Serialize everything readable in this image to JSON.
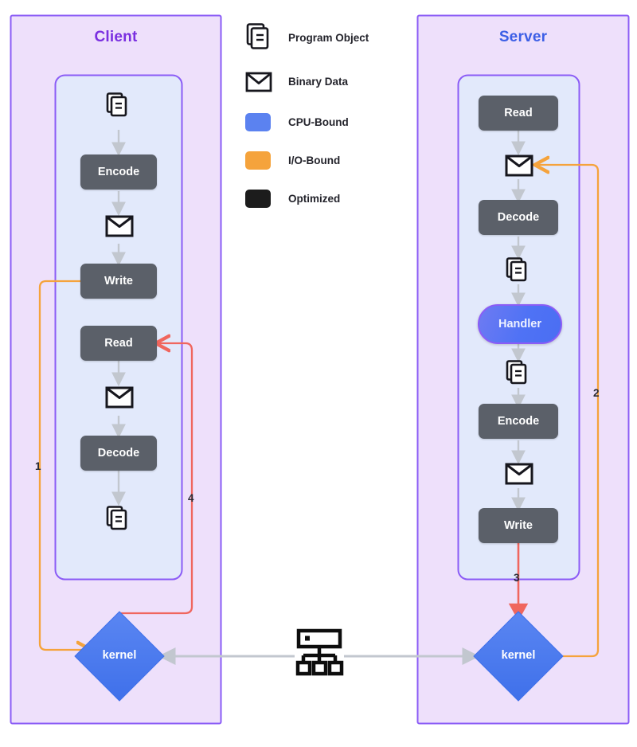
{
  "diagram": {
    "title_client": "Client",
    "title_server": "Server",
    "colors": {
      "panel_fill": "#eee0fb",
      "panel_border": "#8b5cf6",
      "inner_fill": "#e2e9fb",
      "node_gray": "#5b6069",
      "cpu_bound": "#5b82f0",
      "io_bound": "#f5a33c",
      "optimized": "#1c1c1c",
      "arrow_gray": "#c2c7cf",
      "flow_red": "#f0665e",
      "flow_orange": "#f5a33c",
      "client_title": "#7A2FE0",
      "server_title": "#3C5FE6"
    }
  },
  "legend": {
    "items": [
      {
        "id": "program-object",
        "label": "Program Object",
        "icon": "documents-icon",
        "type": "glyph"
      },
      {
        "id": "binary-data",
        "label": "Binary Data",
        "icon": "envelope-icon",
        "type": "glyph"
      },
      {
        "id": "cpu-bound",
        "label": "CPU-Bound",
        "icon": "color-swatch",
        "type": "swatch",
        "color": "#5b82f0"
      },
      {
        "id": "io-bound",
        "label": "I/O-Bound",
        "icon": "color-swatch",
        "type": "swatch",
        "color": "#f5a33c"
      },
      {
        "id": "optimized",
        "label": "Optimized",
        "icon": "color-swatch",
        "type": "swatch",
        "color": "#1c1c1c"
      }
    ]
  },
  "client": {
    "steps": [
      {
        "id": "client-program-object-top",
        "kind": "documents-icon"
      },
      {
        "id": "client-encode",
        "kind": "node",
        "label": "Encode"
      },
      {
        "id": "client-binary-data-out",
        "kind": "envelope-icon"
      },
      {
        "id": "client-write",
        "kind": "node",
        "label": "Write"
      },
      {
        "id": "client-read",
        "kind": "node",
        "label": "Read"
      },
      {
        "id": "client-binary-data-in",
        "kind": "envelope-icon"
      },
      {
        "id": "client-decode",
        "kind": "node",
        "label": "Decode"
      },
      {
        "id": "client-program-object-bottom",
        "kind": "documents-icon"
      }
    ],
    "kernel_label": "kernel"
  },
  "server": {
    "steps": [
      {
        "id": "server-read",
        "kind": "node",
        "label": "Read"
      },
      {
        "id": "server-binary-data-in",
        "kind": "envelope-icon"
      },
      {
        "id": "server-decode",
        "kind": "node",
        "label": "Decode"
      },
      {
        "id": "server-program-object-in",
        "kind": "documents-icon"
      },
      {
        "id": "server-handler",
        "kind": "handler",
        "label": "Handler"
      },
      {
        "id": "server-program-object-out",
        "kind": "documents-icon"
      },
      {
        "id": "server-encode",
        "kind": "node",
        "label": "Encode"
      },
      {
        "id": "server-binary-data-out",
        "kind": "envelope-icon"
      },
      {
        "id": "server-write",
        "kind": "node",
        "label": "Write"
      }
    ],
    "kernel_label": "kernel"
  },
  "network": {
    "icon": "network-switch-icon"
  },
  "flow_labels": {
    "one": "1",
    "two": "2",
    "three": "3",
    "four": "4"
  },
  "chart_data": {
    "type": "diagram",
    "title": "Client/Server RPC data path",
    "nodes": [
      "Client.ProgramObject",
      "Client.Encode",
      "Client.BinaryData",
      "Client.Write",
      "Client.Read",
      "Client.BinaryData",
      "Client.Decode",
      "Client.ProgramObject",
      "Client.kernel",
      "Network",
      "Server.kernel",
      "Server.Read",
      "Server.BinaryData",
      "Server.Decode",
      "Server.ProgramObject",
      "Server.Handler",
      "Server.ProgramObject",
      "Server.Encode",
      "Server.BinaryData",
      "Server.Write"
    ],
    "edges": [
      {
        "from": "Client.Write",
        "to": "Client.kernel",
        "label": "1",
        "color": "#f5a33c"
      },
      {
        "from": "Server.kernel",
        "to": "Server.BinaryData",
        "label": "2",
        "color": "#f5a33c"
      },
      {
        "from": "Server.Write",
        "to": "Server.kernel",
        "label": "3",
        "color": "#f0665e"
      },
      {
        "from": "Client.kernel",
        "to": "Client.Read",
        "label": "4",
        "color": "#f0665e"
      },
      {
        "from": "Client.kernel",
        "to": "Network",
        "label": "",
        "color": "#c2c7cf"
      },
      {
        "from": "Network",
        "to": "Server.kernel",
        "label": "",
        "color": "#c2c7cf"
      }
    ]
  }
}
